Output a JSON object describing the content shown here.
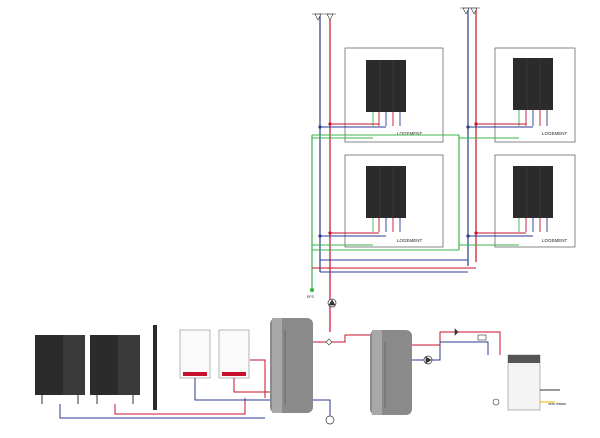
{
  "apartments": [
    {
      "label": "LOGEMENT"
    },
    {
      "label": "LOGEMENT"
    },
    {
      "label": "LOGEMENT"
    },
    {
      "label": "LOGEMENT"
    }
  ],
  "cold_water_label": "EFS",
  "outlet_label": "vers réseau",
  "colors": {
    "hot_supply": "#c8102e",
    "return": "#2b3990",
    "cold_water": "#3db54a",
    "outline": "#555555",
    "tank": "#8a8a8a",
    "heat_pump": "#2b2b2b"
  }
}
